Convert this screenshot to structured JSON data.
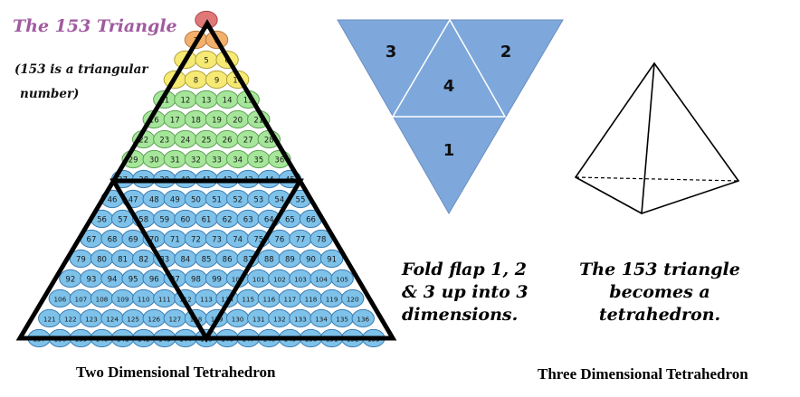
{
  "left_panel": {
    "title": "The 153 Triangle",
    "subtitle_lines": [
      "(153 is a triangular",
      "number)"
    ],
    "caption": "Two Dimensional Tetrahedron",
    "row_colors": [
      "#e07878",
      "#f2b06c",
      "#f7ea74",
      "#f7ea74",
      "#a6e69a",
      "#a6e69a",
      "#a6e69a",
      "#a6e69a",
      "#7ec2ea"
    ]
  },
  "net": {
    "flap_labels": [
      "3",
      "2",
      "4",
      "1"
    ],
    "fill_color": "#7ea8dc"
  },
  "fold_note": {
    "lines": [
      "Fold flap 1, 2",
      "& 3 up into 3",
      "dimensions."
    ]
  },
  "result_note": {
    "lines": [
      "The 153 triangle",
      "becomes a",
      "tetrahedron."
    ]
  },
  "right_caption": "Three Dimensional Tetrahedron"
}
